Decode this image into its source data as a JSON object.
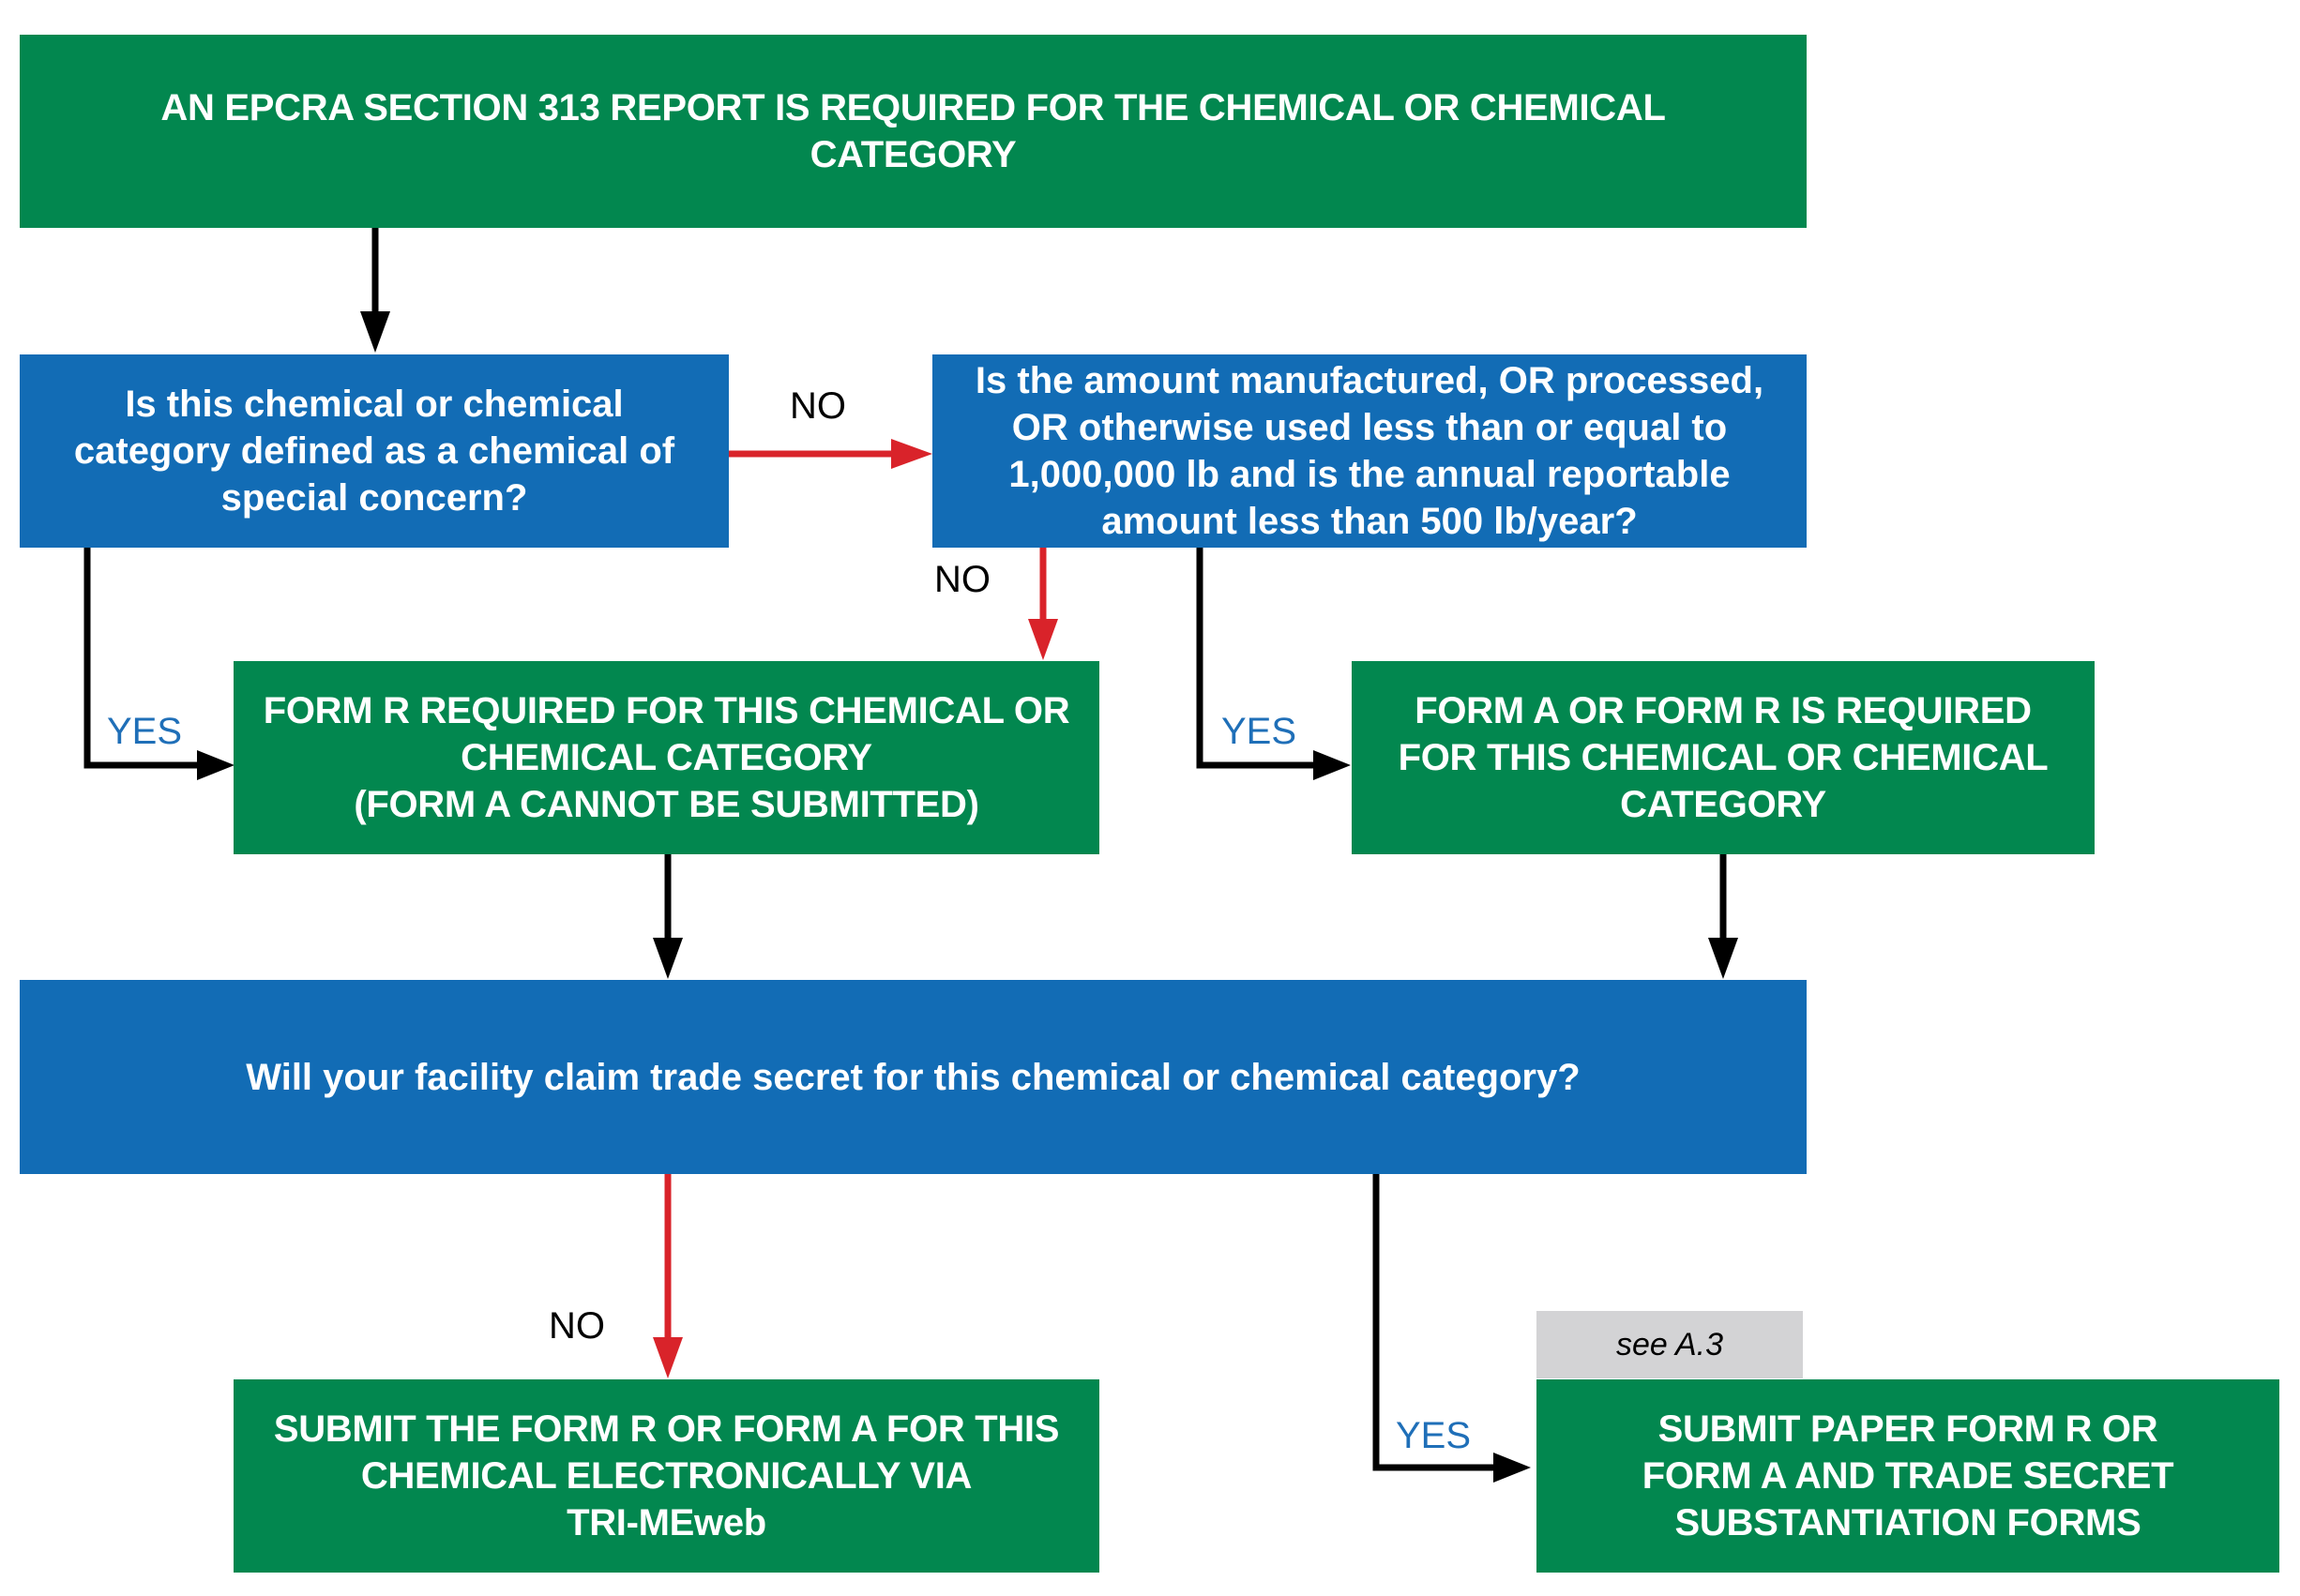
{
  "nodes": {
    "start": "AN EPCRA SECTION 313 REPORT IS REQUIRED FOR THE CHEMICAL OR CHEMICAL\nCATEGORY",
    "q_special_concern": "Is this chemical or chemical\ncategory defined as a chemical of\nspecial concern?",
    "q_amount": "Is the amount manufactured, OR processed,\nOR otherwise used less than or equal to\n1,000,000 lb and is the annual reportable\namount less than 500 lb/year?",
    "form_r_required": "FORM R REQUIRED FOR THIS CHEMICAL OR\nCHEMICAL CATEGORY\n(FORM A CANNOT BE SUBMITTED)",
    "form_a_or_r": "FORM A OR FORM R IS REQUIRED\nFOR THIS CHEMICAL OR CHEMICAL\nCATEGORY",
    "q_trade_secret": "Will your facility claim trade secret for this chemical or chemical category?",
    "submit_electronic": "SUBMIT THE FORM R OR FORM A FOR THIS\nCHEMICAL ELECTRONICALLY VIA\nTRI-MEweb",
    "submit_paper": "SUBMIT PAPER FORM R OR\nFORM A AND TRADE SECRET\nSUBSTANTIATION FORMS"
  },
  "note_see": "see A.3",
  "labels": {
    "no_special_to_amount": "NO",
    "no_amount_to_form_r": "NO",
    "yes_special_to_form_r": "YES",
    "yes_amount_to_form_a": "YES",
    "no_trade_secret": "NO",
    "yes_trade_secret": "YES"
  },
  "colors": {
    "green": "#02874f",
    "blue": "#126cb5",
    "arrow_black": "#000000",
    "arrow_red": "#d9232a",
    "yes_text": "#1f6fb8",
    "note_bg": "#d3d3d5"
  }
}
